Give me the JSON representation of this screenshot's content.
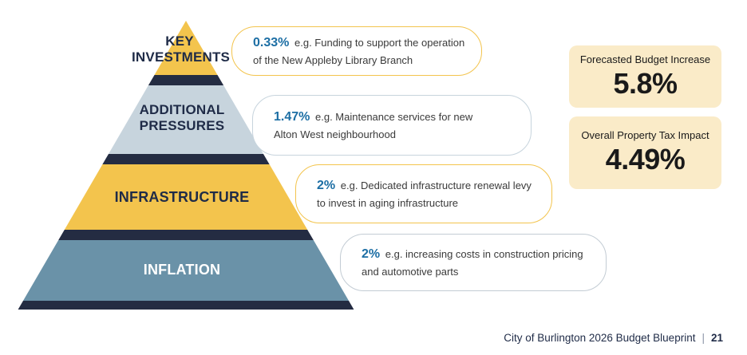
{
  "colors": {
    "gold": "#F3C44D",
    "light_blue": "#C7D4DD",
    "steel_blue": "#6A92A8",
    "dark_navy": "#242C42",
    "accent_blue": "#1C6EA4",
    "cream": "#FAEBC8",
    "text_dark": "#1F2B47"
  },
  "pyramid": {
    "tiers": [
      {
        "label": "KEY INVESTMENTS",
        "percent": "0.33%",
        "example": "e.g. Funding to support the operation of the New Appleby Library Branch"
      },
      {
        "label": "ADDITIONAL PRESSURES",
        "percent": "1.47%",
        "example": "e.g. Maintenance services for new Alton West neighbourhood"
      },
      {
        "label": "INFRASTRUCTURE",
        "percent": "2%",
        "example": "e.g. Dedicated infrastructure renewal levy to invest in aging infrastructure"
      },
      {
        "label": "INFLATION",
        "percent": "2%",
        "example": "e.g. increasing costs in construction pricing and automotive parts"
      }
    ]
  },
  "stats": [
    {
      "label": "Forecasted Budget Increase",
      "value": "5.8%"
    },
    {
      "label": "Overall Property Tax Impact",
      "value": "4.49%"
    }
  ],
  "footer": {
    "text": "City of Burlington 2026 Budget Blueprint",
    "separator": "|",
    "page": "21"
  }
}
